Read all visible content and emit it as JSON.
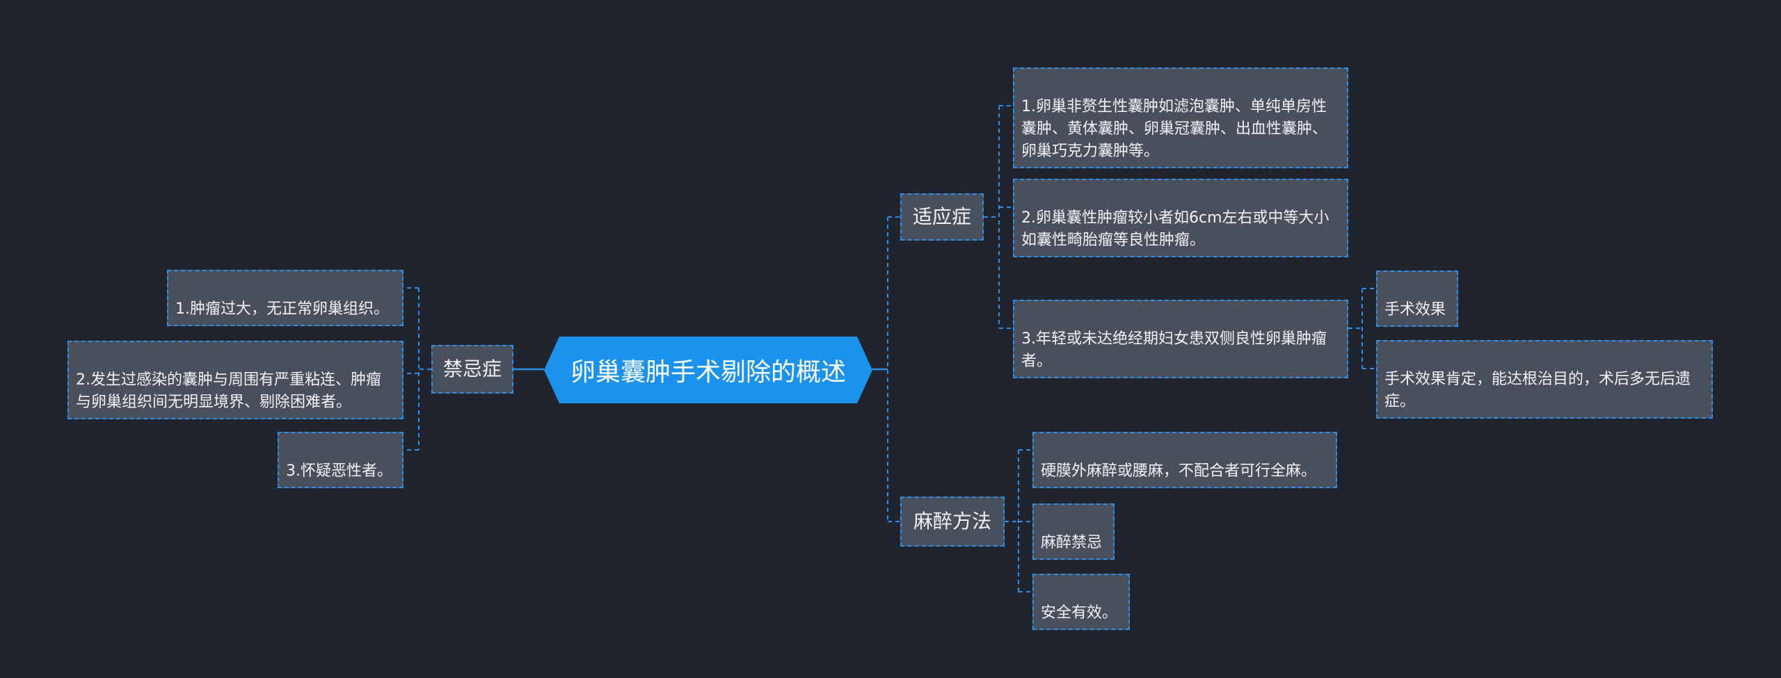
{
  "root": {
    "label": "卵巢囊肿手术剔除的概述"
  },
  "contraindications": {
    "label": "禁忌症",
    "items": [
      "1.肿瘤过大，无正常卵巢组织。",
      "2.发生过感染的囊肿与周围有严重粘连、肿瘤\n与卵巢组织间无明显境界、剔除困难者。",
      "3.怀疑恶性者。"
    ]
  },
  "indications": {
    "label": "适应症",
    "items": [
      "1.卵巢非赘生性囊肿如滤泡囊肿、单纯单房性\n囊肿、黄体囊肿、卵巢冠囊肿、出血性囊肿、\n卵巢巧克力囊肿等。",
      "2.卵巢囊性肿瘤较小者如6cm左右或中等大小\n如囊性畸胎瘤等良性肿瘤。",
      "3.年轻或未达绝经期妇女患双侧良性卵巢肿瘤\n者。"
    ],
    "sub": [
      "手术效果",
      "手术效果肯定，能达根治目的，术后多无后遗\n症。"
    ]
  },
  "anesthesia": {
    "label": "麻醉方法",
    "items": [
      "硬膜外麻醉或腰麻，不配合者可行全麻。",
      "麻醉禁忌",
      "安全有效。"
    ]
  },
  "colors": {
    "background": "#20242f",
    "accent": "#1c92ef",
    "node": "#4a4f5c",
    "connector": "#2f8fe6"
  }
}
